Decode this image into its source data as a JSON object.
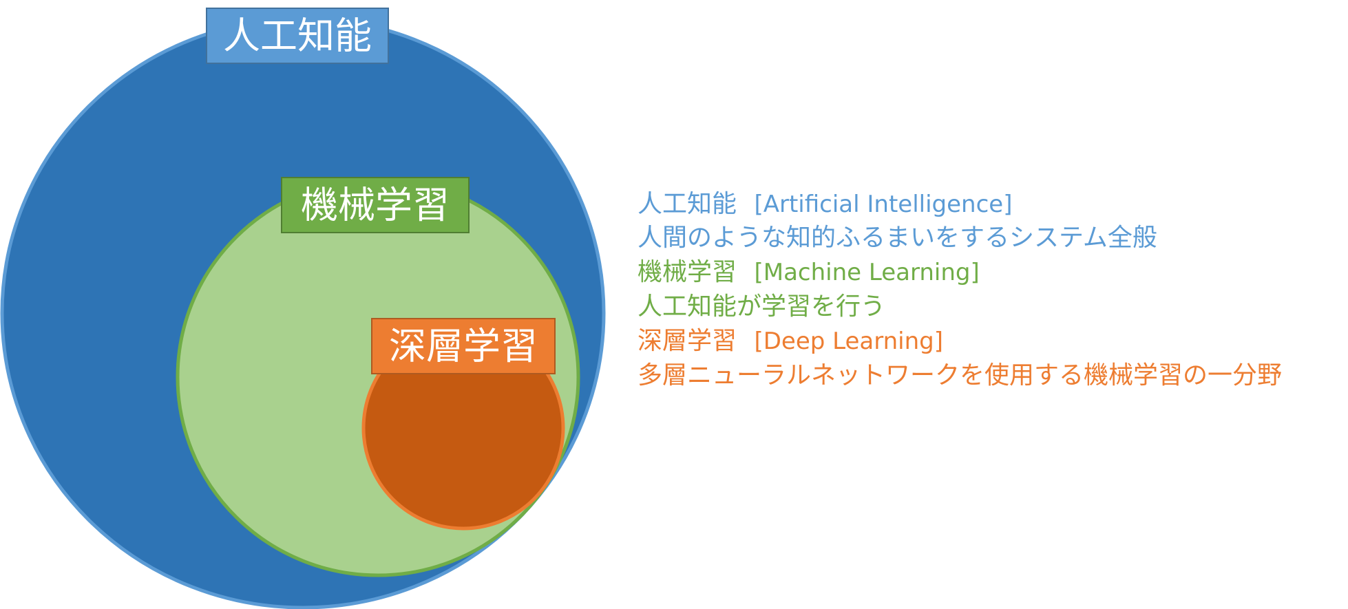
{
  "colors": {
    "ai_fill": "#2e74b5",
    "ai_stroke": "#5b9bd5",
    "ai_label_bg": "#5b9bd5",
    "ml_fill": "#a9d18e",
    "ml_stroke": "#70ad47",
    "ml_label_bg": "#70ad47",
    "dl_fill": "#c55a11",
    "dl_stroke": "#ed7d31",
    "dl_label_bg": "#ed7d31",
    "ai_text": "#5b9bd5",
    "ml_text": "#70ad47",
    "dl_text": "#ed7d31"
  },
  "labels": {
    "ai": "人工知能",
    "ml": "機械学習",
    "dl": "深層学習"
  },
  "legend": {
    "ai_term": "人工知能",
    "ai_en": "[Artificial Intelligence]",
    "ai_desc": "人間のような知的ふるまいをするシステム全般",
    "ml_term": "機械学習",
    "ml_en": "[Machine Learning]",
    "ml_desc": "人工知能が学習を行う",
    "dl_term": "深層学習",
    "dl_en": "[Deep Learning]",
    "dl_desc": "多層ニューラルネットワークを使用する機械学習の一分野"
  }
}
